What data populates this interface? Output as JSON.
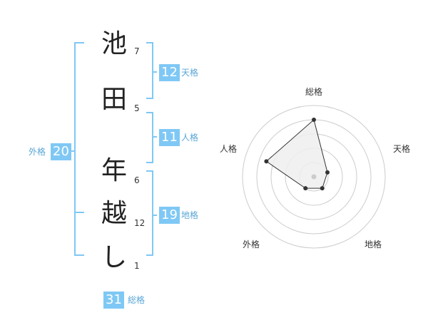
{
  "characters": [
    {
      "char": "池",
      "strokes": "7"
    },
    {
      "char": "田",
      "strokes": "5"
    },
    {
      "char": "年",
      "strokes": "6"
    },
    {
      "char": "越",
      "strokes": "12"
    },
    {
      "char": "し",
      "strokes": "1"
    }
  ],
  "kakusu": {
    "ten": {
      "label": "天格",
      "value": "12"
    },
    "jin": {
      "label": "人格",
      "value": "11"
    },
    "chi": {
      "label": "地格",
      "value": "19"
    },
    "gai": {
      "label": "外格",
      "value": "20"
    },
    "sou": {
      "label": "総格",
      "value": "31"
    }
  },
  "radar": {
    "axes": [
      "総格",
      "天格",
      "地格",
      "外格",
      "人格"
    ],
    "values": [
      4,
      1,
      1,
      1,
      3.5
    ],
    "max": 5,
    "colors": {
      "bracket": "#7fc8f5",
      "badge": "#7fc8f5",
      "grid": "#cccccc",
      "fill": "#eeeeee",
      "line": "#333333"
    }
  }
}
